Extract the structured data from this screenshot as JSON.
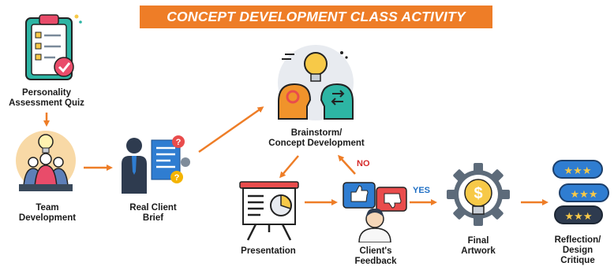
{
  "title": "CONCEPT DEVELOPMENT CLASS ACTIVITY",
  "colors": {
    "accent": "#ee7d27",
    "no_label": "#d62a2a",
    "yes_label": "#1f6fc4",
    "arrow": "#ee7d27"
  },
  "steps": {
    "personality_quiz": {
      "line1": "Personality",
      "line2": "Assessment Quiz",
      "icon": "clipboard-checklist-icon"
    },
    "team_development": {
      "line1": "Team",
      "line2": "Development",
      "icon": "team-lightbulb-icon"
    },
    "client_brief": {
      "line1": "Real Client",
      "line2": "Brief",
      "icon": "businessman-document-icon"
    },
    "brainstorm": {
      "line1": "Brainstorm/",
      "line2": "Concept Development",
      "icon": "brain-heads-icon"
    },
    "presentation": {
      "line1": "Presentation",
      "icon": "presentation-board-icon"
    },
    "client_feedback": {
      "line1": "Client's",
      "line2": "Feedback",
      "icon": "thumbs-feedback-icon"
    },
    "final_artwork": {
      "line1": "Final",
      "line2": "Artwork",
      "icon": "gear-bulb-icon"
    },
    "reflection": {
      "line1": "Reflection/",
      "line2": "Design",
      "line3": "Critique",
      "icon": "rating-bubbles-icon"
    }
  },
  "flow_labels": {
    "no": "NO",
    "yes": "YES"
  }
}
